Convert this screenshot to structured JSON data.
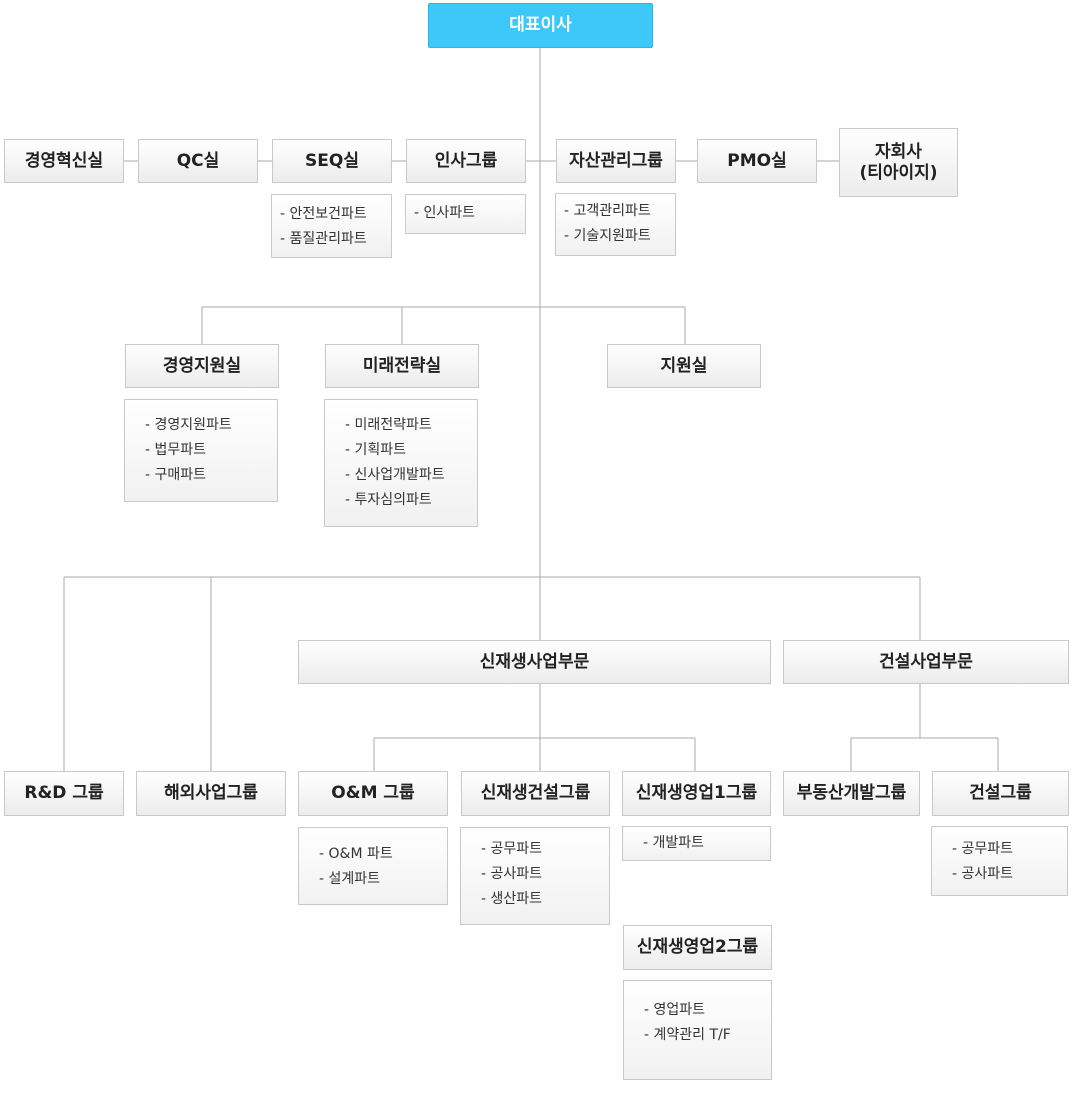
{
  "ceo": "대표이사",
  "row1": {
    "mgmt_innovation": "경영혁신실",
    "qc": "QC실",
    "seq": "SEQ실",
    "hr_group": "인사그룹",
    "asset_group": "자산관리그룹",
    "pmo": "PMO실",
    "subsidiary_line1": "자회사",
    "subsidiary_line2": "(티아이지)"
  },
  "row1_parts": {
    "seq": [
      "- 안전보건파트",
      "- 품질관리파트"
    ],
    "hr_group": [
      "- 인사파트"
    ],
    "asset_group": [
      "- 고객관리파트",
      "- 기술지원파트"
    ]
  },
  "row2": {
    "mgmt_support": "경영지원실",
    "future_strategy": "미래전략실",
    "support": "지원실"
  },
  "row2_parts": {
    "mgmt_support": [
      "- 경영지원파트",
      "- 법무파트",
      "- 구매파트"
    ],
    "future_strategy": [
      "- 미래전략파트",
      "- 기획파트",
      "- 신사업개발파트",
      "- 투자심의파트"
    ]
  },
  "divisions": {
    "renewable": "신재생사업부문",
    "construction": "건설사업부문"
  },
  "groups": {
    "rnd": "R&D 그룹",
    "overseas": "해외사업그룹",
    "om": "O&M 그룹",
    "renewable_construction": "신재생건설그룹",
    "renewable_sales1": "신재생영업1그룹",
    "renewable_sales2": "신재생영업2그룹",
    "real_estate": "부동산개발그룹",
    "construction": "건설그룹"
  },
  "group_parts": {
    "om": [
      "- O&M 파트",
      "- 설계파트"
    ],
    "renewable_construction": [
      "- 공무파트",
      "- 공사파트",
      "- 생산파트"
    ],
    "renewable_sales1": [
      "- 개발파트"
    ],
    "renewable_sales2": [
      "- 영업파트",
      "- 계약관리 T/F"
    ],
    "construction": [
      "- 공무파트",
      "- 공사파트"
    ]
  },
  "colors": {
    "ceo_fill": "#3cc8f8",
    "connector": "#a9a9a9"
  }
}
